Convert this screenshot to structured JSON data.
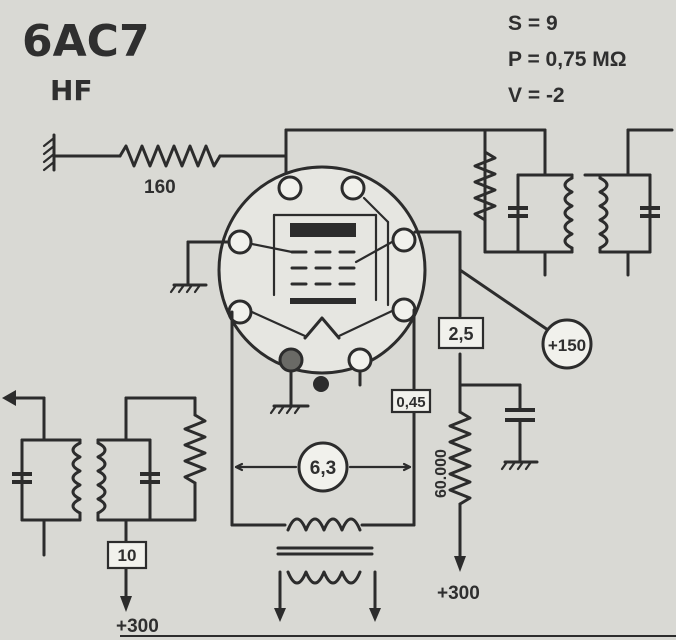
{
  "tube": {
    "name": "6AC7",
    "function": "HF"
  },
  "specs": {
    "s": "S = 9",
    "p": "P = 0,75 MΩ",
    "v": "V = -2"
  },
  "components": {
    "grid_resistor": "160",
    "screen_resistor": "2,5",
    "supply_label": "+150",
    "cathode_resistor": "0,45",
    "heater": "6,3",
    "plate_resistor": "60.000",
    "input_resistor": "10",
    "bplus_left": "+300",
    "bplus_right": "+300"
  }
}
